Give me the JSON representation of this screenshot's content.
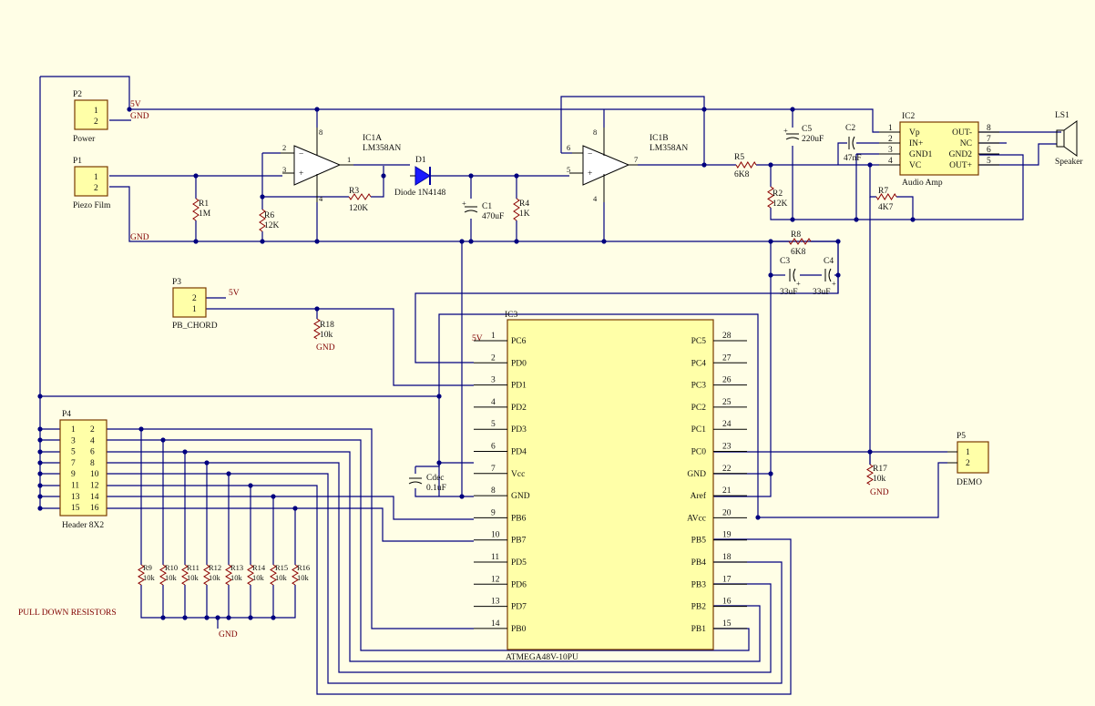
{
  "nets": {
    "vcc": "5V",
    "gnd": "GND"
  },
  "connectors": {
    "p2": {
      "ref": "P2",
      "name": "Power",
      "pins": [
        "1",
        "2"
      ]
    },
    "p1": {
      "ref": "P1",
      "name": "Piezo Film",
      "pins": [
        "1",
        "2"
      ]
    },
    "p3": {
      "ref": "P3",
      "name": "PB_CHORD",
      "pins": [
        "2",
        "1"
      ]
    },
    "p5": {
      "ref": "P5",
      "name": "DEMO",
      "pins": [
        "1",
        "2"
      ]
    },
    "p4": {
      "ref": "P4",
      "name": "Header 8X2",
      "left_pins": [
        "1",
        "3",
        "5",
        "7",
        "9",
        "11",
        "13",
        "15"
      ],
      "right_pins": [
        "2",
        "4",
        "6",
        "8",
        "10",
        "12",
        "14",
        "16"
      ]
    },
    "ls1": {
      "ref": "LS1",
      "name": "Speaker"
    }
  },
  "opamps": {
    "ic1a": {
      "ref": "IC1A",
      "part": "LM358AN",
      "pins": [
        "2",
        "3",
        "1",
        "8",
        "4"
      ]
    },
    "ic1b": {
      "ref": "IC1B",
      "part": "LM358AN",
      "pins": [
        "6",
        "5",
        "7",
        "8",
        "4"
      ]
    }
  },
  "diode": {
    "ref": "D1",
    "part": "Diode 1N4148"
  },
  "ic2": {
    "ref": "IC2",
    "name": "Audio Amp",
    "left": [
      {
        "num": "1",
        "name": "Vp"
      },
      {
        "num": "2",
        "name": "IN+"
      },
      {
        "num": "3",
        "name": "GND1"
      },
      {
        "num": "4",
        "name": "VC"
      }
    ],
    "right": [
      {
        "num": "8",
        "name": "OUT-"
      },
      {
        "num": "7",
        "name": "NC"
      },
      {
        "num": "6",
        "name": "GND2"
      },
      {
        "num": "5",
        "name": "OUT+"
      }
    ]
  },
  "ic3": {
    "ref": "IC3",
    "part": "ATMEGA48V-10PU",
    "left": [
      {
        "num": "1",
        "name": "PC6"
      },
      {
        "num": "2",
        "name": "PD0"
      },
      {
        "num": "3",
        "name": "PD1"
      },
      {
        "num": "4",
        "name": "PD2"
      },
      {
        "num": "5",
        "name": "PD3"
      },
      {
        "num": "6",
        "name": "PD4"
      },
      {
        "num": "7",
        "name": "Vcc"
      },
      {
        "num": "8",
        "name": "GND"
      },
      {
        "num": "9",
        "name": "PB6"
      },
      {
        "num": "10",
        "name": "PB7"
      },
      {
        "num": "11",
        "name": "PD5"
      },
      {
        "num": "12",
        "name": "PD6"
      },
      {
        "num": "13",
        "name": "PD7"
      },
      {
        "num": "14",
        "name": "PB0"
      }
    ],
    "right": [
      {
        "num": "28",
        "name": "PC5"
      },
      {
        "num": "27",
        "name": "PC4"
      },
      {
        "num": "26",
        "name": "PC3"
      },
      {
        "num": "25",
        "name": "PC2"
      },
      {
        "num": "24",
        "name": "PC1"
      },
      {
        "num": "23",
        "name": "PC0"
      },
      {
        "num": "22",
        "name": "GND"
      },
      {
        "num": "21",
        "name": "Aref"
      },
      {
        "num": "20",
        "name": "AVcc"
      },
      {
        "num": "19",
        "name": "PB5"
      },
      {
        "num": "18",
        "name": "PB4"
      },
      {
        "num": "17",
        "name": "PB3"
      },
      {
        "num": "16",
        "name": "PB2"
      },
      {
        "num": "15",
        "name": "PB1"
      }
    ]
  },
  "resistors": {
    "r1": {
      "ref": "R1",
      "value": "1M"
    },
    "r2": {
      "ref": "R2",
      "value": "12K"
    },
    "r3": {
      "ref": "R3",
      "value": "120K"
    },
    "r4": {
      "ref": "R4",
      "value": "1K"
    },
    "r5": {
      "ref": "R5",
      "value": "6K8"
    },
    "r6": {
      "ref": "R6",
      "value": "12K"
    },
    "r7": {
      "ref": "R7",
      "value": "4K7"
    },
    "r8": {
      "ref": "R8",
      "value": "6K8"
    },
    "r17": {
      "ref": "R17",
      "value": "10k"
    },
    "r18": {
      "ref": "R18",
      "value": "10k"
    }
  },
  "pulldowns": [
    {
      "ref": "R9",
      "value": "10k"
    },
    {
      "ref": "R10",
      "value": "10k"
    },
    {
      "ref": "R11",
      "value": "10k"
    },
    {
      "ref": "R12",
      "value": "10k"
    },
    {
      "ref": "R13",
      "value": "10k"
    },
    {
      "ref": "R14",
      "value": "10k"
    },
    {
      "ref": "R15",
      "value": "10k"
    },
    {
      "ref": "R16",
      "value": "10k"
    }
  ],
  "capacitors": {
    "c1": {
      "ref": "C1",
      "value": "470uF"
    },
    "c2": {
      "ref": "C2",
      "value": "47nF"
    },
    "c3": {
      "ref": "C3",
      "value": "33uF"
    },
    "c4": {
      "ref": "C4",
      "value": "33uF"
    },
    "c5": {
      "ref": "C5",
      "value": "220uF"
    },
    "cdec": {
      "ref": "Cdec",
      "value": "0.1uF"
    }
  },
  "notes": {
    "pulldown": "PULL DOWN RESISTORS"
  }
}
